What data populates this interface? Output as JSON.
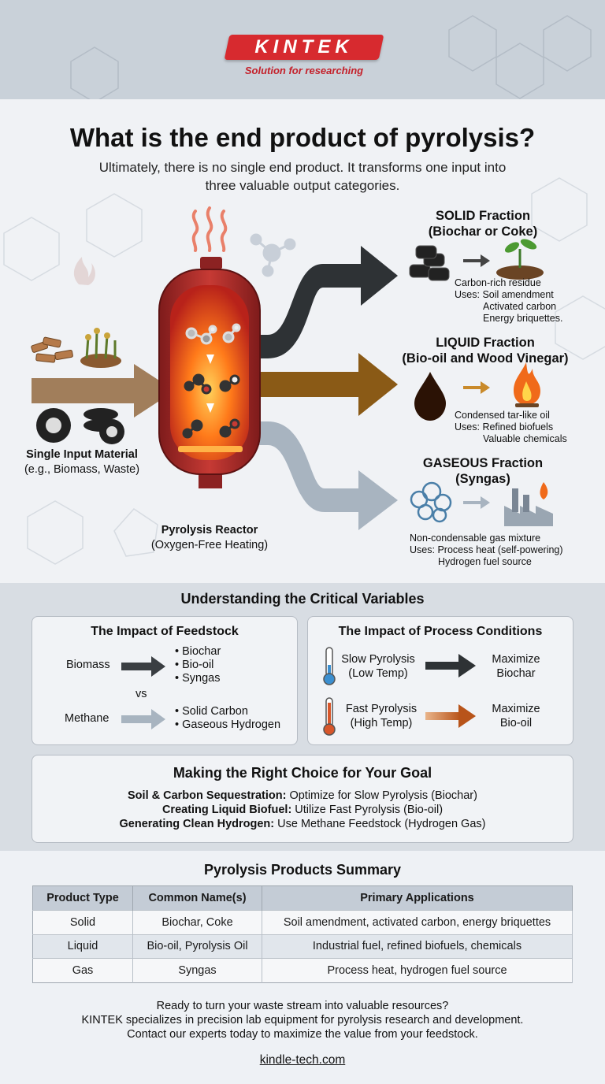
{
  "brand": {
    "name": "KINTEK",
    "tagline": "Solution for researching",
    "colors": {
      "accent": "#d72a2f",
      "solid_arrow": "#2e3235",
      "liquid_arrow": "#8a5a16",
      "gas_arrow": "#a8b4c0",
      "input_arrow": "#a17e5b"
    }
  },
  "title": "What is the end product of pyrolysis?",
  "subtitle": "Ultimately, there is no single end product. It transforms one input into three valuable output categories.",
  "diagram": {
    "input": {
      "label": "Single Input Material",
      "sublabel": "(e.g., Biomass, Waste)",
      "icons": [
        "wood-chips-icon",
        "plants-soil-icon",
        "tire-icon",
        "tire-stack-icon"
      ]
    },
    "reactor": {
      "label": "Pyrolysis Reactor",
      "sublabel": "(Oxygen-Free Heating)",
      "icons": [
        "heat-waves-icon",
        "flame-icon",
        "molecule-icon"
      ]
    },
    "fractions": [
      {
        "title": "SOLID Fraction",
        "subtitle": "(Biochar or Coke)",
        "icons": [
          "charcoal-briquettes-icon",
          "sprout-icon"
        ],
        "desc": "Carbon-rich residue",
        "uses_label": "Uses:",
        "uses": [
          "Soil amendment",
          "Activated carbon",
          "Energy briquettes."
        ]
      },
      {
        "title": "LIQUID Fraction",
        "subtitle": "(Bio-oil and Wood Vinegar)",
        "icons": [
          "oil-drop-icon",
          "fire-icon"
        ],
        "desc": "Condensed tar-like oil",
        "uses_label": "Uses:",
        "uses": [
          "Refined biofuels",
          "Valuable chemicals"
        ]
      },
      {
        "title": "GASEOUS Fraction",
        "subtitle": "(Syngas)",
        "icons": [
          "gas-cloud-icon",
          "factory-icon"
        ],
        "desc": "Non-condensable gas mixture",
        "uses_label": "Uses:",
        "uses": [
          "Process heat (self-powering)",
          "Hydrogen fuel source"
        ]
      }
    ]
  },
  "variables": {
    "title": "Understanding the Critical Variables",
    "feedstock": {
      "title": "The Impact of Feedstock",
      "rows": [
        {
          "input": "Biomass",
          "outputs": [
            "• Biochar",
            "• Bio-oil",
            "• Syngas"
          ]
        },
        {
          "input": "Methane",
          "outputs": [
            "• Solid Carbon",
            "• Gaseous Hydrogen"
          ]
        }
      ],
      "vs": "vs"
    },
    "conditions": {
      "title": "The Impact of Process Conditions",
      "rows": [
        {
          "process": "Slow Pyrolysis",
          "temp": "(Low Temp)",
          "result": "Maximize",
          "result2": "Biochar",
          "icon": "thermometer-low-icon"
        },
        {
          "process": "Fast Pyrolysis",
          "temp": "(High Temp)",
          "result": "Maximize",
          "result2": "Bio-oil",
          "icon": "thermometer-high-icon"
        }
      ]
    }
  },
  "goals": {
    "title": "Making the Right Choice for Your Goal",
    "items": [
      {
        "label": "Soil & Carbon Sequestration:",
        "text": " Optimize for Slow Pyrolysis (Biochar)"
      },
      {
        "label": "Creating Liquid Biofuel:",
        "text": " Utilize Fast Pyrolysis (Bio-oil)"
      },
      {
        "label": "Generating Clean Hydrogen:",
        "text": " Use Methane Feedstock (Hydrogen Gas)"
      }
    ]
  },
  "summary": {
    "title": "Pyrolysis Products Summary",
    "headers": [
      "Product Type",
      "Common Name(s)",
      "Primary Applications"
    ],
    "rows": [
      [
        "Solid",
        "Biochar, Coke",
        "Soil amendment, activated carbon, energy briquettes"
      ],
      [
        "Liquid",
        "Bio-oil, Pyrolysis Oil",
        "Industrial fuel, refined biofuels, chemicals"
      ],
      [
        "Gas",
        "Syngas",
        "Process heat, hydrogen fuel source"
      ]
    ]
  },
  "cta": {
    "lines": [
      "Ready to turn your waste stream into valuable resources?",
      "KINTEK specializes in precision lab equipment for pyrolysis research and development.",
      "Contact our experts today to maximize the value from your feedstock."
    ],
    "website": "kindle-tech.com"
  }
}
